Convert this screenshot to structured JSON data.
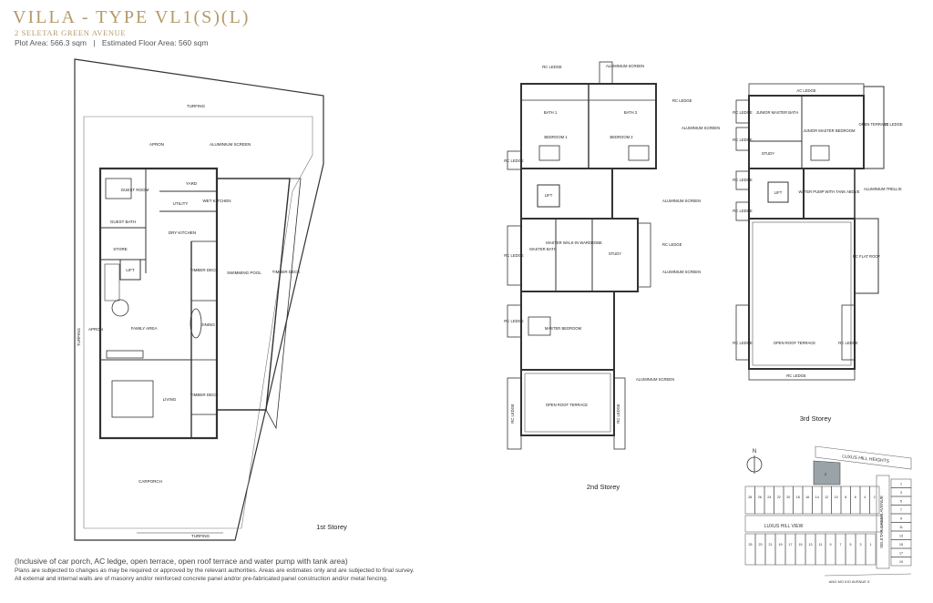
{
  "header": {
    "title": "VILLA - TYPE VL1(S)(L)",
    "address": "2 SELETAR GREEN AVENUE",
    "plot_area": "Plot Area: 566.3 sqm",
    "separator": "|",
    "floor_area": "Estimated Floor Area: 560 sqm"
  },
  "storeys": {
    "first": "1st Storey",
    "second": "2nd Storey",
    "third": "3rd Storey"
  },
  "first_labels": {
    "turfing": "TURFING",
    "apron": "APRON",
    "aluminium_screen": "ALUMINIUM SCREEN",
    "guest_room": "GUEST ROOM",
    "yard": "YARD",
    "wet_kitchen": "WET KITCHEN",
    "utility": "UTILITY",
    "guest_bath": "GUEST BATH",
    "dry_kitchen": "DRY KITCHEN",
    "store": "STORE",
    "lift": "LIFT",
    "timber_deck": "TIMBER DECK",
    "swimming_pool": "SWIMMING POOL",
    "family_area": "FAMILY AREA",
    "dining": "DINING",
    "living": "LIVING",
    "carporch": "CARPORCH"
  },
  "second_labels": {
    "rc_ledge": "RC LEDGE",
    "aluminium_screen": "ALUMINIUM SCREEN",
    "bath1": "BATH 1",
    "bath2": "BATH 2",
    "bedroom1": "BEDROOM 1",
    "bedroom2": "BEDROOM 2",
    "lift": "LIFT",
    "master_walkin": "MASTER WALK-IN WARDROBE",
    "master_bath": "MASTER BATH",
    "study": "STUDY",
    "master_bedroom": "MASTER BEDROOM",
    "open_roof_terrace": "OPEN ROOF TERRACE"
  },
  "third_labels": {
    "ac_ledge": "AC LEDGE",
    "rc_ledge": "RC LEDGE",
    "junior_master_bath": "JUNIOR MASTER BATH",
    "junior_master_bedroom": "JUNIOR MASTER BEDROOM",
    "open_terrace": "OPEN TERRACE",
    "study": "STUDY",
    "lift": "LIFT",
    "water_pump": "WATER PUMP WITH TANK ABOVE",
    "aluminium_trellis": "ALUMINIUM TRELLIS",
    "rc_flat_roof": "RC FLAT ROOF",
    "open_roof_terrace": "OPEN ROOF TERRACE"
  },
  "key_plan": {
    "north": "N",
    "luxus_hill_heights": "LUXUS HILL HEIGHTS",
    "luxus_hill_view": "LUXUS HILL VIEW",
    "seletar_green_avenue": "SELETAR GREEN AVENUE",
    "ang_mo_kio_ave": "ANG MO KIO AVENUE 5",
    "highlight_unit": "2",
    "top_row_units": [
      "28",
      "26",
      "24",
      "22",
      "20",
      "18",
      "16",
      "14",
      "12",
      "10",
      "8",
      "6",
      "4",
      "2"
    ],
    "bottom_row_units": [
      "25",
      "23",
      "21",
      "19",
      "17",
      "15",
      "13",
      "11",
      "9",
      "7",
      "5",
      "3",
      "1"
    ],
    "right_column_units": [
      "1",
      "3",
      "5",
      "7",
      "9",
      "11",
      "13",
      "15",
      "17",
      "19"
    ]
  },
  "notes": {
    "line1": "(Inclusive of car porch, AC ledge, open terrace, open roof terrace and water pump with tank area)",
    "line2": "Plans are subjected to changes as may be required or approved by the relevant authorities. Areas are estimates only and are subjected to final survey.",
    "line3": "All external and internal walls are of masonry and/or reinforced concrete panel and/or pre-fabricated panel construction and/or metal fencing."
  }
}
